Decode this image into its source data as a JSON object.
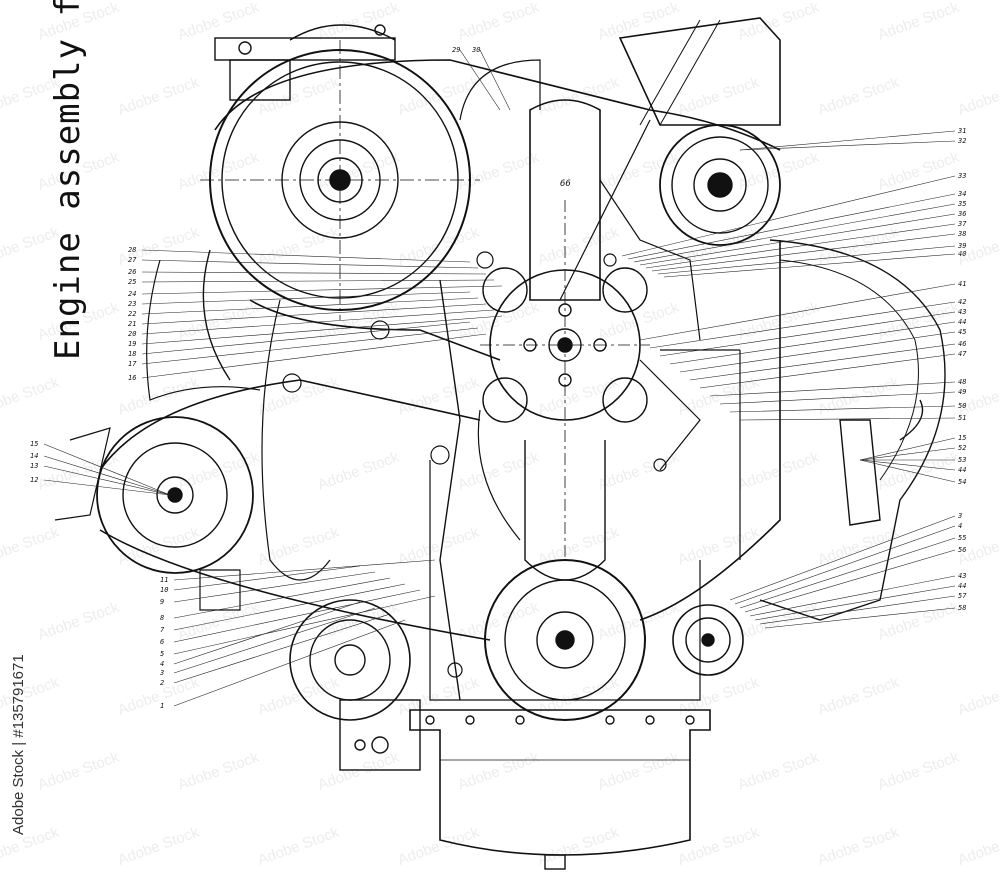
{
  "title": "Engine assembly front view",
  "stock_id": "Adobe Stock | #135791671",
  "watermark": "Adobe Stock",
  "center_label": "66",
  "label_groups": {
    "top": [
      "29",
      "30"
    ],
    "left": [
      "28",
      "27",
      "26",
      "25",
      "24",
      "23",
      "22",
      "21",
      "20",
      "19",
      "18",
      "17",
      "16",
      "15",
      "14",
      "13",
      "12",
      "11",
      "10",
      "9",
      "8",
      "7",
      "6",
      "5",
      "4",
      "3",
      "2",
      "1"
    ],
    "right": [
      "31",
      "32",
      "33",
      "34",
      "35",
      "36",
      "37",
      "38",
      "39",
      "40",
      "41",
      "42",
      "43",
      "44",
      "45",
      "46",
      "47",
      "48",
      "49",
      "50",
      "51",
      "15",
      "52",
      "53",
      "44",
      "54",
      "3",
      "4",
      "55",
      "56",
      "43",
      "44",
      "57",
      "58"
    ]
  }
}
